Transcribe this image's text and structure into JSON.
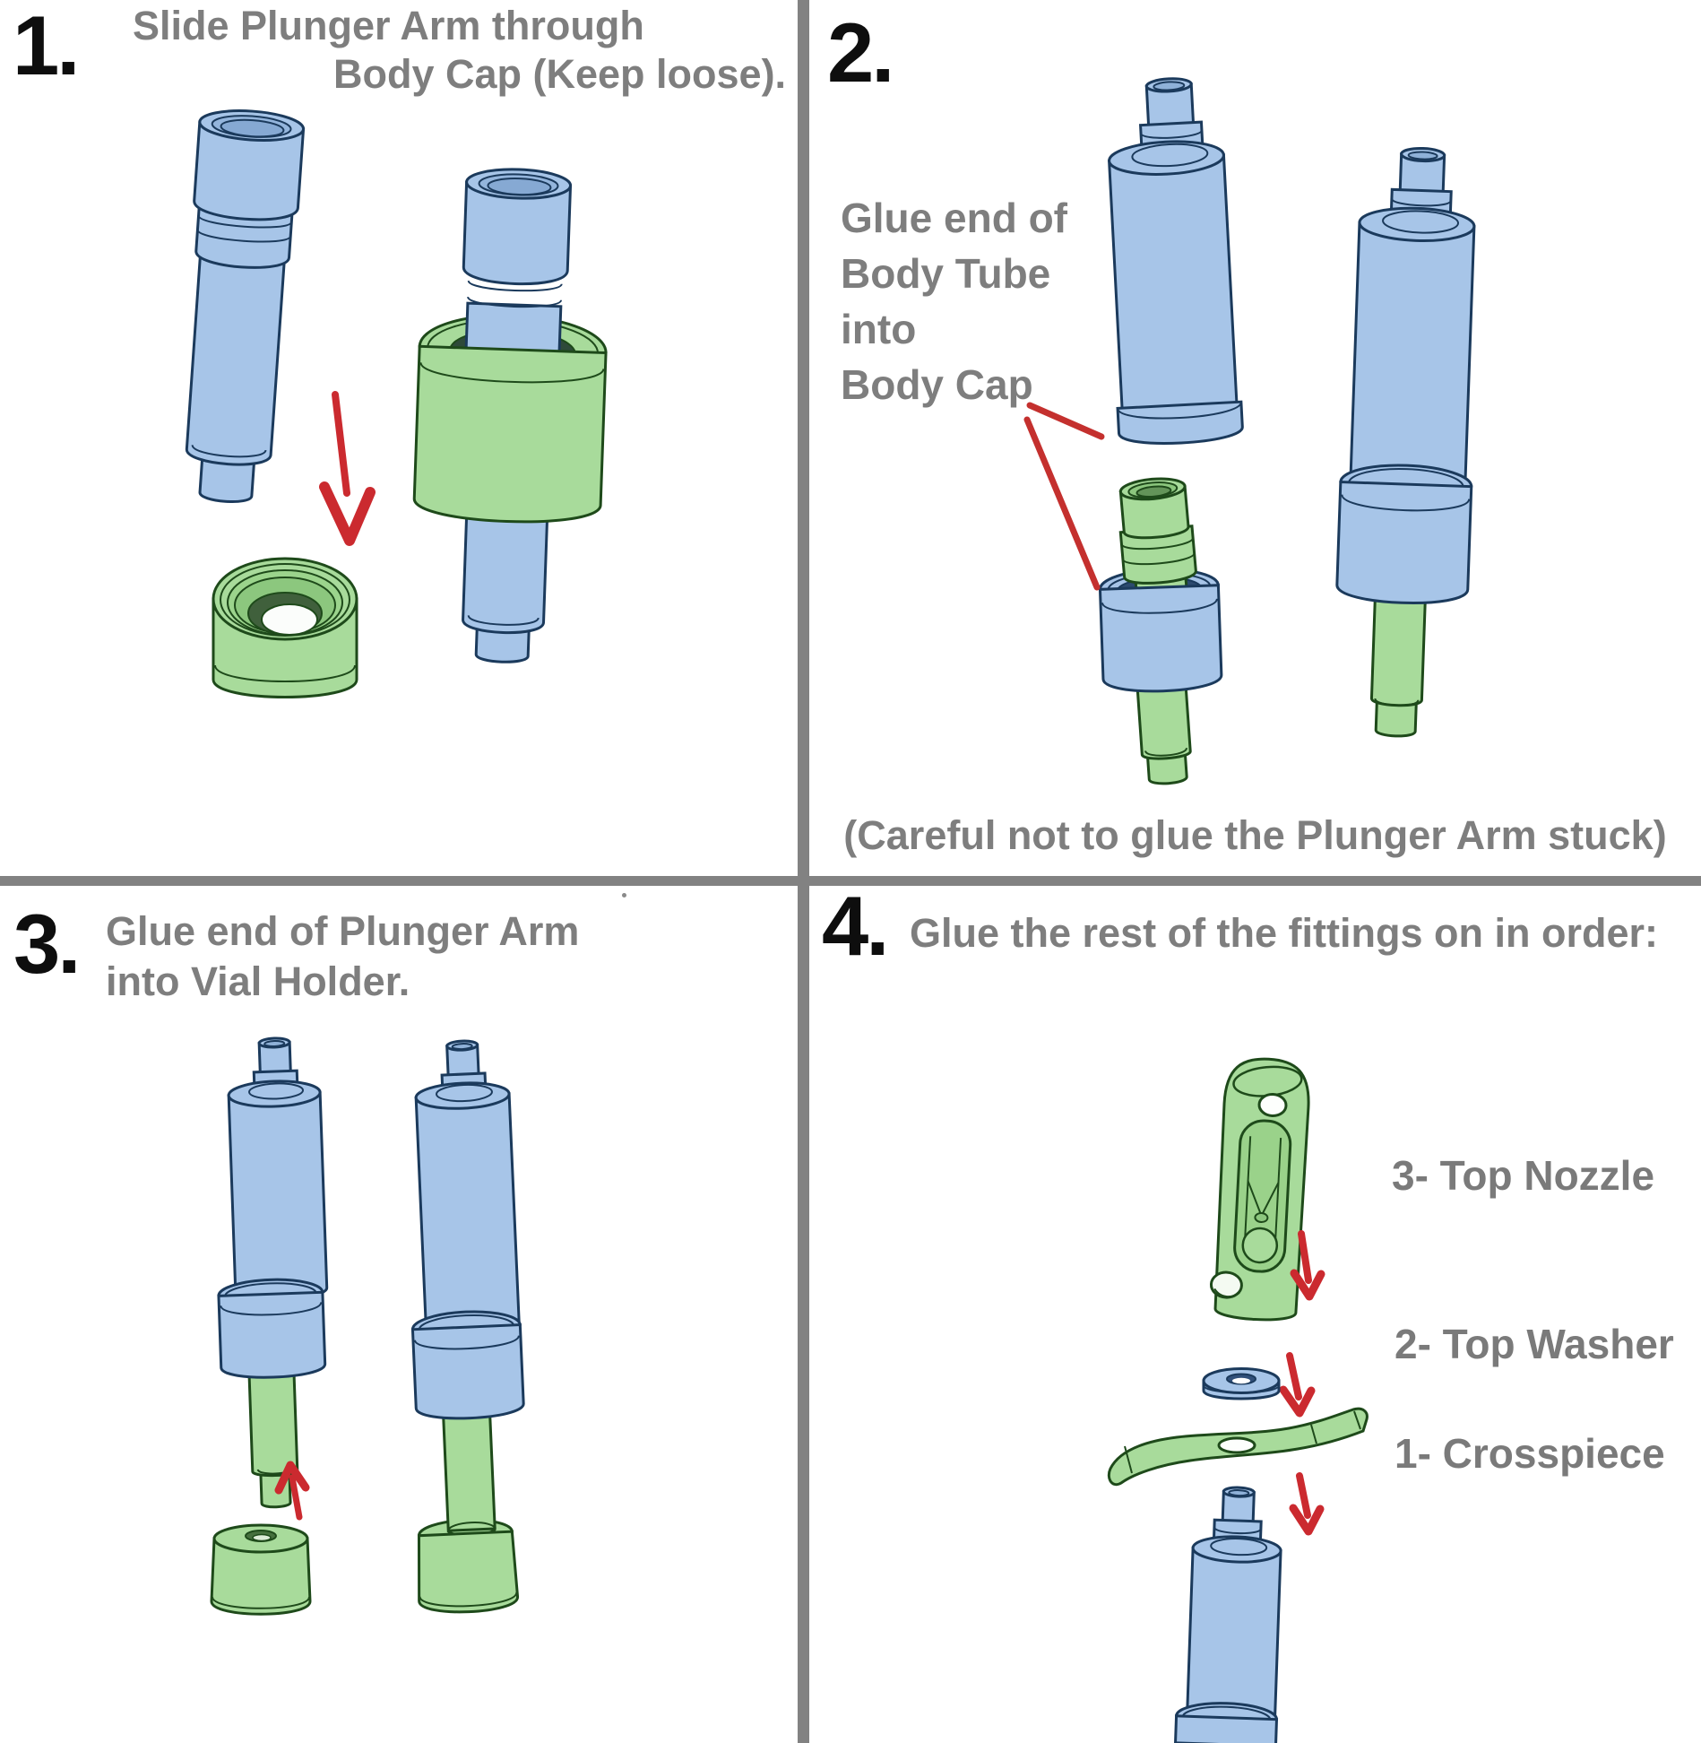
{
  "panels": [
    {
      "number": "1.",
      "heading_lines": [
        "Slide Plunger Arm through",
        "Body Cap (Keep loose)."
      ]
    },
    {
      "number": "2.",
      "annotation_lines": [
        "Glue end of",
        "Body Tube",
        "into",
        "Body Cap"
      ],
      "caption": "(Careful not to glue the Plunger Arm stuck)"
    },
    {
      "number": "3.",
      "heading_lines": [
        "Glue end of Plunger Arm",
        "into Vial Holder."
      ]
    },
    {
      "number": "4.",
      "heading": "Glue the rest of the fittings on in order:",
      "part_labels": [
        "3- Top Nozzle",
        "2- Top Washer",
        "1- Crosspiece"
      ]
    }
  ],
  "colors": {
    "part_blue": "#a7c5e8",
    "part_blue_shade": "#8fb1d8",
    "part_blue_outline": "#1b3a5c",
    "part_green": "#a8db9b",
    "part_green_shade": "#8cc77e",
    "part_green_outline": "#1e4a1a",
    "recess_dark_blue": "#2c4a6e",
    "recess_dark_green": "#40603c",
    "arrow_red": "#cb2a2f",
    "text_gray": "#7e7e7e",
    "number_black": "#0e0e0e",
    "divider_gray": "#828282",
    "background": "#ffffff"
  }
}
